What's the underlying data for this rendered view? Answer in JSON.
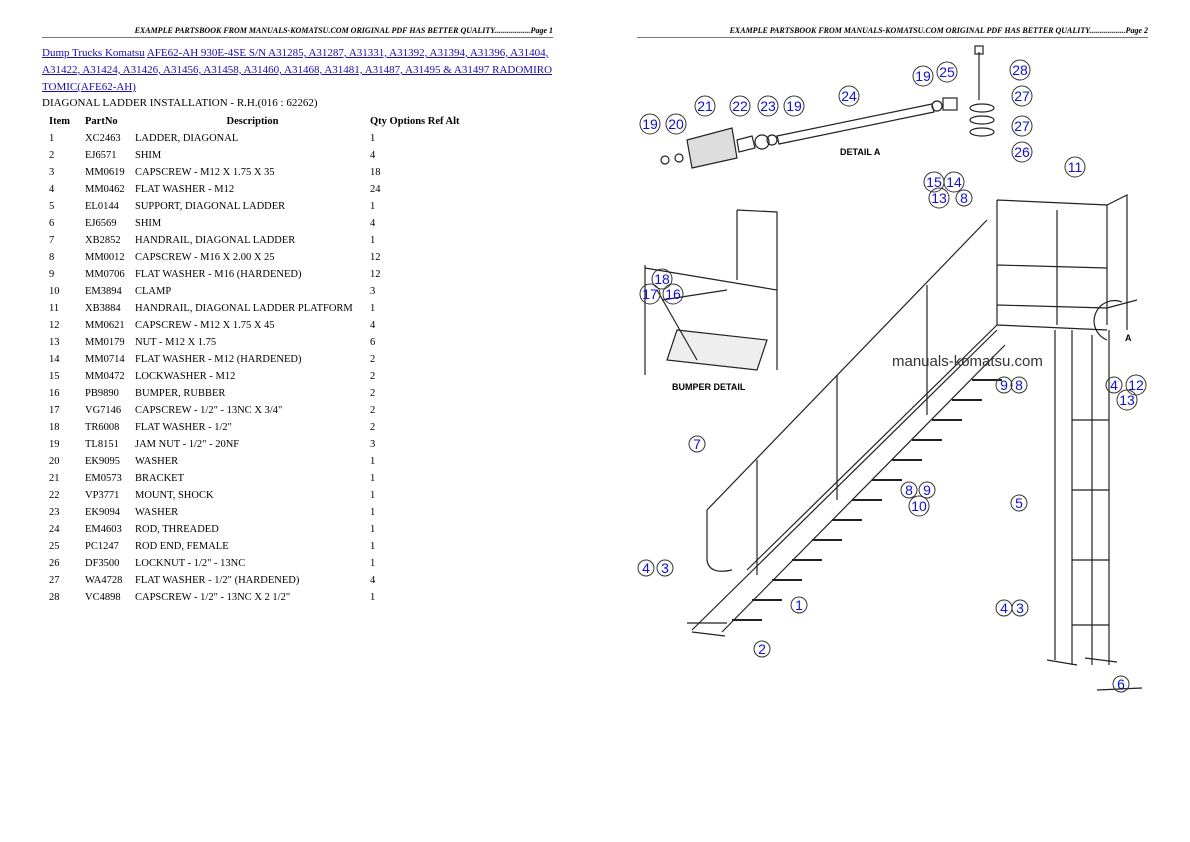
{
  "headers": {
    "page1": "EXAMPLE PARTSBOOK FROM MANUALS-KOMATSU.COM ORIGINAL PDF HAS BETTER QUALITY..................Page 1",
    "page2": "EXAMPLE PARTSBOOK FROM MANUALS-KOMATSU.COM ORIGINAL PDF HAS BETTER QUALITY..................Page 2"
  },
  "breadcrumb": {
    "link1": "Dump Trucks Komatsu",
    "link2": "AFE62-AH 930E-4SE S/N A31285, A31287, A31331, A31392, A31394, A31396, A31404, A31422, A31424, A31426, A31456, A31458, A31460, A31468, A31481, A31487, A31495 & A31497 RADOMIRO TOMIC(AFE62-AH)"
  },
  "subtitle": "DIAGONAL LADDER INSTALLATION - R.H.(016 : 62262)",
  "table": {
    "columns": [
      "Item",
      "PartNo",
      "Description",
      "Qty Options Ref Alt"
    ],
    "rows": [
      [
        "1",
        "XC2463",
        "LADDER, DIAGONAL",
        "1"
      ],
      [
        "2",
        "EJ6571",
        "SHIM",
        "4"
      ],
      [
        "3",
        "MM0619",
        "CAPSCREW - M12 X 1.75 X 35",
        "18"
      ],
      [
        "4",
        "MM0462",
        "FLAT WASHER - M12",
        "24"
      ],
      [
        "5",
        "EL0144",
        "SUPPORT, DIAGONAL LADDER",
        "1"
      ],
      [
        "6",
        "EJ6569",
        "SHIM",
        "4"
      ],
      [
        "7",
        "XB2852",
        "HANDRAIL, DIAGONAL LADDER",
        "1"
      ],
      [
        "8",
        "MM0012",
        "CAPSCREW - M16 X 2.00 X 25",
        "12"
      ],
      [
        "9",
        "MM0706",
        "FLAT WASHER - M16 (HARDENED)",
        "12"
      ],
      [
        "10",
        "EM3894",
        "CLAMP",
        "3"
      ],
      [
        "11",
        "XB3884",
        "HANDRAIL, DIAGONAL LADDER PLATFORM",
        "1"
      ],
      [
        "12",
        "MM0621",
        "CAPSCREW - M12 X 1.75 X 45",
        "4"
      ],
      [
        "13",
        "MM0179",
        "NUT - M12 X 1.75",
        "6"
      ],
      [
        "14",
        "MM0714",
        "FLAT WASHER - M12 (HARDENED)",
        "2"
      ],
      [
        "15",
        "MM0472",
        "LOCKWASHER - M12",
        "2"
      ],
      [
        "16",
        "PB9890",
        "BUMPER, RUBBER",
        "2"
      ],
      [
        "17",
        "VG7146",
        "CAPSCREW - 1/2\" - 13NC X 3/4\"",
        "2"
      ],
      [
        "18",
        "TR6008",
        "FLAT WASHER - 1/2\"",
        "2"
      ],
      [
        "19",
        "TL8151",
        "JAM NUT - 1/2\" - 20NF",
        "3"
      ],
      [
        "20",
        "EK9095",
        "WASHER",
        "1"
      ],
      [
        "21",
        "EM0573",
        "BRACKET",
        "1"
      ],
      [
        "22",
        "VP3771",
        "MOUNT, SHOCK",
        "1"
      ],
      [
        "23",
        "EK9094",
        "WASHER",
        "1"
      ],
      [
        "24",
        "EM4603",
        "ROD, THREADED",
        "1"
      ],
      [
        "25",
        "PC1247",
        "ROD END, FEMALE",
        "1"
      ],
      [
        "26",
        "DF3500",
        "LOCKNUT - 1/2\" - 13NC",
        "1"
      ],
      [
        "27",
        "WA4728",
        "FLAT WASHER - 1/2\" (HARDENED)",
        "4"
      ],
      [
        "28",
        "VC4898",
        "CAPSCREW - 1/2\" - 13NC X 2 1/2\"",
        "1"
      ]
    ]
  },
  "diagram": {
    "labels": {
      "detail_a": "DETAIL A",
      "bumper_detail": "BUMPER DETAIL",
      "watermark": "manuals-komatsu.com",
      "arrow_a": "A"
    },
    "callout_color": "#1010d0",
    "callouts": [
      [
        "19",
        13,
        84
      ],
      [
        "20",
        39,
        84
      ],
      [
        "21",
        68,
        66
      ],
      [
        "22",
        103,
        66
      ],
      [
        "23",
        131,
        66
      ],
      [
        "19",
        157,
        66
      ],
      [
        "24",
        212,
        56
      ],
      [
        "19",
        286,
        36
      ],
      [
        "25",
        310,
        32
      ],
      [
        "28",
        383,
        30
      ],
      [
        "27",
        385,
        56
      ],
      [
        "27",
        385,
        86
      ],
      [
        "26",
        385,
        112
      ],
      [
        "11",
        438,
        127
      ],
      [
        "15",
        298,
        142
      ],
      [
        "14",
        316,
        142
      ],
      [
        "13",
        308,
        158
      ],
      [
        "8",
        319,
        158
      ],
      [
        "18",
        25,
        239
      ],
      [
        "17",
        16,
        254
      ],
      [
        "16",
        33,
        254
      ],
      [
        "9",
        367,
        345
      ],
      [
        "8",
        382,
        345
      ],
      [
        "4",
        478,
        345
      ],
      [
        "12",
        497,
        345
      ],
      [
        "13",
        490,
        360
      ],
      [
        "7",
        60,
        404
      ],
      [
        "8",
        272,
        450
      ],
      [
        "9",
        290,
        450
      ],
      [
        "10",
        282,
        466
      ],
      [
        "5",
        382,
        463
      ],
      [
        "4",
        9,
        528
      ],
      [
        "3",
        28,
        528
      ],
      [
        "1",
        162,
        565
      ],
      [
        "2",
        125,
        609
      ],
      [
        "4",
        367,
        568
      ],
      [
        "3",
        383,
        568
      ],
      [
        "6",
        484,
        644
      ]
    ]
  }
}
